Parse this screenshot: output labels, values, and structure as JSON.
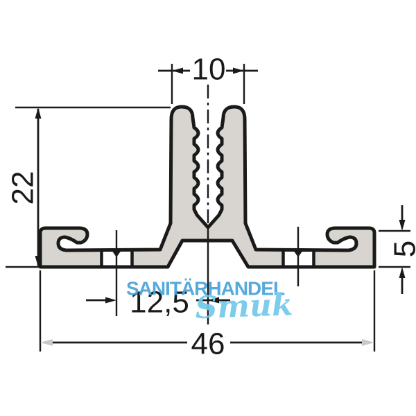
{
  "dimensions": {
    "top_slot_width": "10",
    "overall_height": "22",
    "notch_offset": "12,5",
    "end_height": "5",
    "overall_width": "46"
  },
  "watermark": {
    "brand": "SANITÄRHANDEL",
    "script": "Smuk"
  },
  "colors": {
    "line": "#1a1a1a",
    "profile_fill": "#d8d4cf",
    "brand_blue": "#4aa2d9",
    "script_blue": "#74c8ea",
    "background": "#ffffff"
  }
}
